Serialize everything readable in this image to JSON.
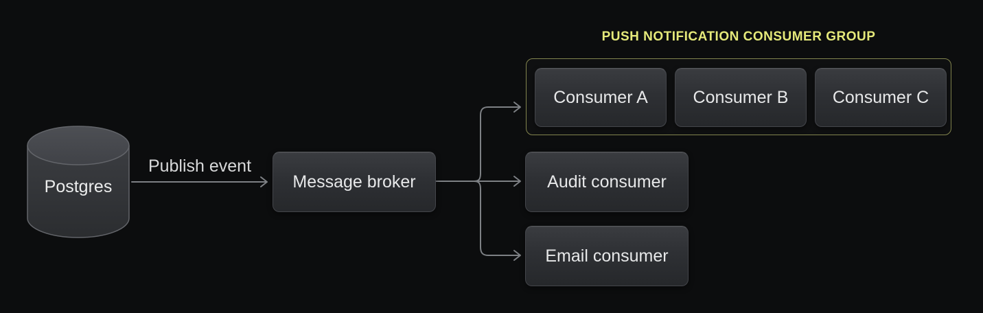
{
  "colors": {
    "background": "#0c0d0e",
    "connector": "#7e8185",
    "node_text": "#e7e8e9",
    "accent_yellow": "#e5e97a",
    "group_border": "#83854e"
  },
  "diagram": {
    "source": {
      "label": "Postgres"
    },
    "publish_edge": {
      "label": "Publish event"
    },
    "broker": {
      "label": "Message broker"
    },
    "consumer_group": {
      "title": "PUSH NOTIFICATION CONSUMER GROUP",
      "consumers": [
        {
          "label": "Consumer A"
        },
        {
          "label": "Consumer B"
        },
        {
          "label": "Consumer C"
        }
      ]
    },
    "audit": {
      "label": "Audit consumer"
    },
    "email": {
      "label": "Email consumer"
    }
  }
}
